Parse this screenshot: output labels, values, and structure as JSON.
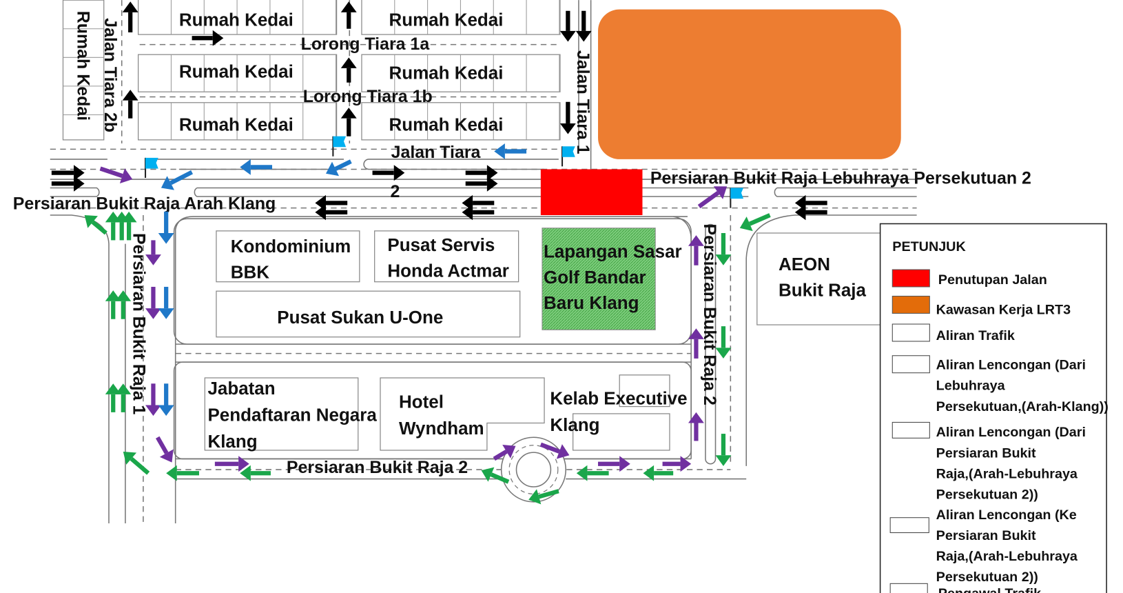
{
  "map": {
    "shops": [
      "Rumah Kedai",
      "Rumah Kedai",
      "Rumah Kedai",
      "Rumah Kedai",
      "Rumah Kedai",
      "Rumah Kedai",
      "Rumah Kedai"
    ],
    "roads": {
      "jalan_tiara_2b": "Jalan Tiara 2b",
      "lorong_tiara_1a": "Lorong Tiara 1a",
      "lorong_tiara_1b": "Lorong Tiara 1b",
      "jalan_tiara_1": "Jalan Tiara 1",
      "jalan_tiara": "Jalan Tiara",
      "pbr_lebuhraya": "Persiaran Bukit Raja Lebuhraya Persekutuan 2",
      "pbr_klang": "Persiaran Bukit Raja Arah Klang",
      "pbr_1": "Persiaran Bukit Raja 1",
      "pbr_2_vertical": "Persiaran Bukit Raja 2",
      "pbr_2_horizontal": "Persiaran Bukit Raja 2",
      "lane_mark": "2"
    },
    "buildings": {
      "kondo": [
        "Kondominium",
        "BBK"
      ],
      "honda": [
        "Pusat Servis",
        "Honda Actmar"
      ],
      "sukan": "Pusat Sukan U-One",
      "golf": [
        "Lapangan Sasar",
        "Golf Bandar",
        "Baru Klang"
      ],
      "jpn": [
        "Jabatan",
        "Pendaftaran Negara",
        "Klang"
      ],
      "hotel": [
        "Hotel",
        "Wyndham"
      ],
      "kelab": [
        "Kelab Executive",
        "Klang"
      ],
      "aeon": [
        "AEON",
        "Bukit Raja"
      ]
    },
    "colors": {
      "closure": "#ff0000",
      "lrt": "#ed7d31",
      "traffic": "#000000",
      "green": "#1aa64a",
      "purple": "#7030a0",
      "blue": "#1f78c8",
      "flag": "#00b0f0",
      "golf": "#6cc46c"
    }
  },
  "legend": {
    "title": "PETUNJUK",
    "items": [
      {
        "lines": [
          "Penutupan Jalan"
        ]
      },
      {
        "lines": [
          "Kawasan Kerja LRT3"
        ]
      },
      {
        "lines": [
          "Aliran Trafik"
        ]
      },
      {
        "lines": [
          "Aliran Lencongan (Dari",
          "Lebuhraya",
          "Persekutuan,(Arah-Klang))"
        ]
      },
      {
        "lines": [
          "Aliran Lencongan (Dari",
          "Persiaran Bukit",
          "Raja,(Arah-Lebuhraya",
          "Persekutuan 2))"
        ]
      },
      {
        "lines": [
          "Aliran Lencongan (Ke",
          "Persiaran Bukit",
          "Raja,(Arah-Lebuhraya",
          "Persekutuan 2))"
        ]
      },
      {
        "lines": [
          "Pengawal Trafik"
        ]
      }
    ]
  }
}
